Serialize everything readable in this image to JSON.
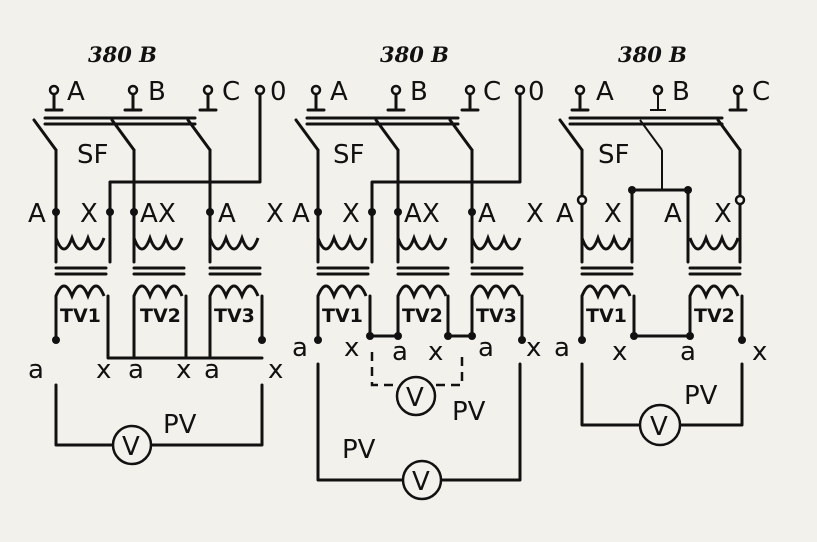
{
  "voltage": "380 В",
  "phases": [
    "A",
    "B",
    "C",
    "0"
  ],
  "breaker": "SF",
  "primary": {
    "start": "A",
    "end": "X"
  },
  "secondary": {
    "start": "a",
    "end": "x"
  },
  "transformers": [
    "TV1",
    "TV2",
    "TV3"
  ],
  "voltmeter": {
    "name": "PV",
    "symbol": "V"
  }
}
